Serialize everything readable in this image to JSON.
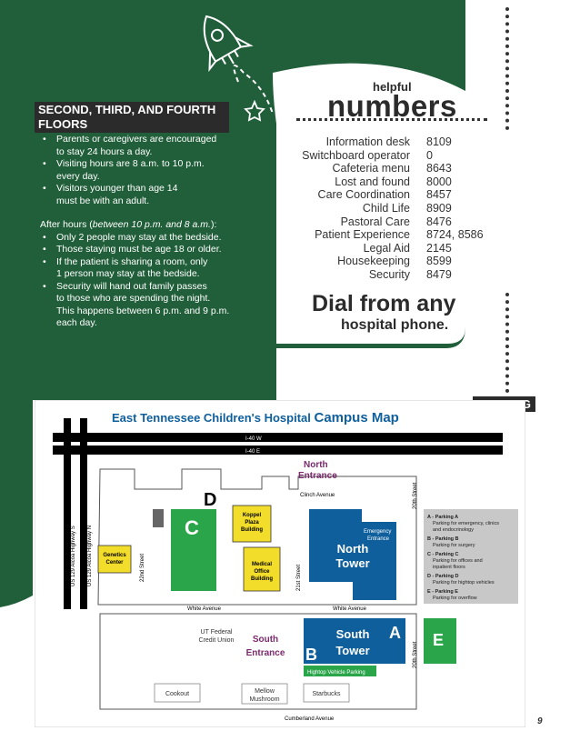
{
  "floors": {
    "title_line1": "SECOND, THIRD, AND FOURTH",
    "title_line2": "FLOORS",
    "bullets1": [
      "Parents or caregivers are encouraged",
      "to stay 24 hours a day.",
      "Visiting hours are 8 a.m. to 10 p.m.",
      "every day.",
      "Visitors younger than age 14",
      "must be with an adult."
    ],
    "after_hours_prefix": "After hours (",
    "after_hours_time": "between 10 p.m. and 8 a.m.",
    "after_hours_suffix": "):",
    "bullets2": [
      "Only 2 people may stay at the bedside.",
      "Those staying must be age 18 or older.",
      "If the patient is sharing a room, only",
      "1 person may stay at the bedside.",
      "Security will hand out family passes",
      "to those who are spending the night.",
      "This happens between 6 p.m. and 9 p.m.",
      "each day."
    ]
  },
  "numbers": {
    "kicker": "helpful",
    "title": "numbers",
    "labels": [
      "Information desk",
      "Switchboard operator",
      "Cafeteria menu",
      "Lost and found",
      "Care Coordination",
      "Child Life",
      "Pastoral Care",
      "Patient Experience",
      "Legal Aid",
      "Housekeeping",
      "Security"
    ],
    "values": [
      "8109",
      "0",
      "8643",
      "8000",
      "8457",
      "8909",
      "8476",
      "8724, 8586",
      "2145",
      "8599",
      "8479"
    ],
    "dial_line1": "Dial from any",
    "dial_line2": "hospital phone."
  },
  "parking_tag": "PARKING",
  "map": {
    "title_prefix": "East Tennessee Children's Hospital ",
    "title_suffix": "Campus Map",
    "highway_w": "I-40 W",
    "highway_e": "I-40 E",
    "alcoa_s": "US 129 Alcoa Highway S",
    "alcoa_n": "US 129 Alcoa Highway N",
    "north_entrance_1": "North",
    "north_entrance_2": "Entrance",
    "clinch": "Clinch Avenue",
    "street_20th": "20th Street",
    "street_21st": "21st Street",
    "street_22nd": "22nd Street",
    "white_ave": "White Avenue",
    "cumberland": "Cumberland Avenue",
    "letter_c": "C",
    "letter_d": "D",
    "letter_a": "A",
    "letter_b": "B",
    "letter_e": "E",
    "koppel_1": "Koppel",
    "koppel_2": "Plaza",
    "koppel_3": "Building",
    "medical_1": "Medical",
    "medical_2": "Office",
    "medical_3": "Building",
    "genetics_1": "Genetics",
    "genetics_2": "Center",
    "emergency_1": "Emergency",
    "emergency_2": "Entrance",
    "north_tower_1": "North",
    "north_tower_2": "Tower",
    "south_tower_1": "South",
    "south_tower_2": "Tower",
    "ut_1": "UT Federal",
    "ut_2": "Credit Union",
    "south_entrance_1": "South",
    "south_entrance_2": "Entrance",
    "hightop": "Hightop Vehicle Parking",
    "cookout": "Cookout",
    "mellow_1": "Mellow",
    "mellow_2": "Mushroom",
    "starbucks": "Starbucks",
    "legend": [
      {
        "title": "A - Parking A",
        "desc": [
          "Parking for emergency, clinics",
          "and endocrinology"
        ]
      },
      {
        "title": "B - Parking B",
        "desc": [
          "Parking for surgery"
        ]
      },
      {
        "title": "C - Parking C",
        "desc": [
          "Parking for offices and",
          "inpatient floors"
        ]
      },
      {
        "title": "D - Parking D",
        "desc": [
          "Parking for hightop vehicles"
        ]
      },
      {
        "title": "E - Parking E",
        "desc": [
          "Parking for overflow"
        ]
      }
    ]
  },
  "page_number": "9",
  "colors": {
    "green": "#215e3a",
    "blue": "#0e5f9c",
    "yellow": "#f2dd2a",
    "purple": "#7b2a6d",
    "dark": "#2b2b2b"
  }
}
